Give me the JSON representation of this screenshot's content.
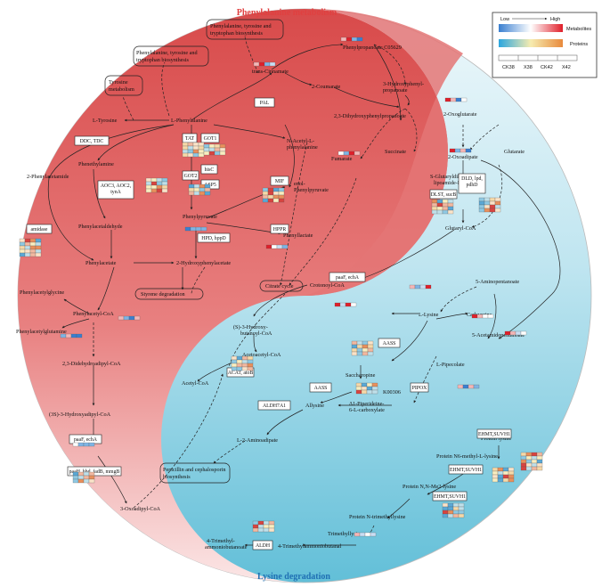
{
  "titles": {
    "top": "Phenylalanine metabolism",
    "bottom": "Lysine degradation"
  },
  "colors": {
    "top_title": "#e04040",
    "bottom_title": "#1f6fb3",
    "red_dark": "#d84a4a",
    "red_light": "#f6d0d0",
    "blue_dark": "#6bc3d9",
    "blue_light": "#e9f6fa",
    "edge": "#222222",
    "cells": [
      "#f2b8a0",
      "#f6d9a8",
      "#f9eec0",
      "#bfe0ea",
      "#8fc9e3",
      "#5aa8d6",
      "#e9905c",
      "#d8433f",
      "#fbe3c8"
    ]
  },
  "legend": {
    "low": "Low",
    "high": "High",
    "metabolites": "Metabolites",
    "proteins": "Proteins",
    "samples": [
      "CK38",
      "X38",
      "CK42",
      "X42"
    ]
  },
  "rounded_boxes": [
    {
      "id": "rb1",
      "text": [
        "Phenylalanine, tyrosine and",
        "tryptophan biosynthesis"
      ]
    },
    {
      "id": "rb2",
      "text": [
        "Phenylalanine, tyrosine and",
        "tryptophan biosynthesis"
      ]
    },
    {
      "id": "rb3",
      "text": [
        "Tyrosine",
        "metabolism"
      ]
    },
    {
      "id": "rb4",
      "text": [
        "Styrene degradation"
      ]
    },
    {
      "id": "rb5",
      "text": [
        "Citrate cycle"
      ]
    },
    {
      "id": "rb6",
      "text": [
        "Penicillin and cephalosporin",
        "biosynthesis"
      ]
    }
  ],
  "enzymes": [
    {
      "id": "e1",
      "text": "PAL"
    },
    {
      "id": "e2",
      "text": "TAT"
    },
    {
      "id": "e3",
      "text": "GOT1"
    },
    {
      "id": "e4",
      "text": "hisC"
    },
    {
      "id": "e5",
      "text": "GOT2"
    },
    {
      "id": "e6",
      "text": "ASP5"
    },
    {
      "id": "e7",
      "text": "DDC, TDC"
    },
    {
      "id": "e8",
      "text": "AOC3, AOC2,\ntynA"
    },
    {
      "id": "e9",
      "text": "amidase"
    },
    {
      "id": "e10",
      "text": "MIF"
    },
    {
      "id": "e11",
      "text": "HPPR"
    },
    {
      "id": "e12",
      "text": "HPD, hppD"
    },
    {
      "id": "e13",
      "text": "paaF, echA"
    },
    {
      "id": "e14",
      "text": "paaH, hbd, fadB, mmgB"
    },
    {
      "id": "e15",
      "text": "DLST, sucB"
    },
    {
      "id": "e16",
      "text": "DLD, lpd,\npdhD"
    },
    {
      "id": "e17",
      "text": "paaF, echA"
    },
    {
      "id": "e18",
      "text": "AASS"
    },
    {
      "id": "e19",
      "text": "AASS"
    },
    {
      "id": "e20",
      "text": "ACAT, atoB"
    },
    {
      "id": "e21",
      "text": "PIPOX"
    },
    {
      "id": "e22",
      "text": "ALDH7A1"
    },
    {
      "id": "e23",
      "text": "EHMT,SUVH1"
    },
    {
      "id": "e24",
      "text": "EHMT,SUVH1"
    },
    {
      "id": "e25",
      "text": "EHMT,SUVH1"
    },
    {
      "id": "e26",
      "text": "ALDH"
    }
  ],
  "metabolites": [
    {
      "id": "m1",
      "text": [
        "trans-Cinnamate"
      ]
    },
    {
      "id": "m2",
      "text": [
        "Phenylpropanoate C05629"
      ]
    },
    {
      "id": "m3",
      "text": [
        "2-Coumarate"
      ]
    },
    {
      "id": "m4",
      "text": [
        "3-Hydroxyphenyl-",
        "propanoate"
      ]
    },
    {
      "id": "m5",
      "text": [
        "2,3-Dihydroxyphenylpropanoate"
      ]
    },
    {
      "id": "m6",
      "text": [
        "L-Tyrosine"
      ]
    },
    {
      "id": "m7",
      "text": [
        "L-Phenylalanine"
      ]
    },
    {
      "id": "m8",
      "text": [
        "N-Acetyl-L-",
        "phenylalanine"
      ]
    },
    {
      "id": "m9",
      "text": [
        "Fumarate"
      ]
    },
    {
      "id": "m10",
      "text": [
        "Succinate"
      ]
    },
    {
      "id": "m11",
      "text": [
        "2-Oxoglutarate"
      ]
    },
    {
      "id": "m12",
      "text": [
        "2-Oxoadipate"
      ]
    },
    {
      "id": "m13",
      "text": [
        "Glutarate"
      ]
    },
    {
      "id": "m14",
      "text": [
        "Phenethylamine"
      ]
    },
    {
      "id": "m15",
      "text": [
        "2-Phenylacetamide"
      ]
    },
    {
      "id": "m16",
      "text": [
        "Phenylacetaldehyde"
      ]
    },
    {
      "id": "m17",
      "text": [
        "Phenylpyruvate"
      ]
    },
    {
      "id": "m18",
      "text": [
        "enol-",
        "Phenylpyruvate"
      ]
    },
    {
      "id": "m19",
      "text": [
        "Phenyllactate"
      ]
    },
    {
      "id": "m20",
      "text": [
        "Phenylacetate"
      ]
    },
    {
      "id": "m21",
      "text": [
        "2-Hydroxyphenylacetate"
      ]
    },
    {
      "id": "m22",
      "text": [
        "S-Glutaryldihydro-",
        "lipoamide-E"
      ]
    },
    {
      "id": "m23",
      "text": [
        "Glutaryl-CoA"
      ]
    },
    {
      "id": "m24",
      "text": [
        "Phenylacetylglycine"
      ]
    },
    {
      "id": "m25",
      "text": [
        "Phenylacetyl-CoA"
      ]
    },
    {
      "id": "m26",
      "text": [
        "Phenylacetylglutamine"
      ]
    },
    {
      "id": "m27",
      "text": [
        "Crotonoyl-CoA"
      ]
    },
    {
      "id": "m28",
      "text": [
        "5-Aminopentanoate"
      ]
    },
    {
      "id": "m29",
      "text": [
        "L-Lysine"
      ]
    },
    {
      "id": "m30",
      "text": [
        "Cadaverine"
      ]
    },
    {
      "id": "m31",
      "text": [
        "5-Acetamidopentanoate"
      ]
    },
    {
      "id": "m32",
      "text": [
        "(S)-3-Hydroxy-",
        "butanoyl-CoA"
      ]
    },
    {
      "id": "m33",
      "text": [
        "2,3-Didehydroadipyl-CoA"
      ]
    },
    {
      "id": "m34",
      "text": [
        "Acetoacetyl-CoA"
      ]
    },
    {
      "id": "m35",
      "text": [
        "Saccharopine"
      ]
    },
    {
      "id": "m36",
      "text": [
        "L-Pipecolate"
      ]
    },
    {
      "id": "m37",
      "text": [
        "(3S)-3-Hydroxyadipyl-CoA"
      ]
    },
    {
      "id": "m38",
      "text": [
        "Acetyl-CoA"
      ]
    },
    {
      "id": "m39",
      "text": [
        "K00306"
      ]
    },
    {
      "id": "m40",
      "text": [
        "Allysine"
      ]
    },
    {
      "id": "m41",
      "text": [
        "Δ1-Piperideine-",
        "6-L-carboxylate"
      ]
    },
    {
      "id": "m42",
      "text": [
        "L-2-Aminoadipate"
      ]
    },
    {
      "id": "m43",
      "text": [
        "Protein lysine"
      ]
    },
    {
      "id": "m44",
      "text": [
        "Protein N6-methyl-L-lysine"
      ]
    },
    {
      "id": "m45",
      "text": [
        "Protein N,N-Me2-lysine"
      ]
    },
    {
      "id": "m46",
      "text": [
        "Protein N-trimethyllysine"
      ]
    },
    {
      "id": "m47",
      "text": [
        "Trimethyllysine"
      ]
    },
    {
      "id": "m48",
      "text": [
        "3-Oxoadipyl-CoA"
      ]
    },
    {
      "id": "m49",
      "text": [
        "4-Trimethyl-",
        "ammoniobutanoate"
      ]
    },
    {
      "id": "m50",
      "text": [
        "4-Trimethylammoniobutanal"
      ]
    }
  ]
}
